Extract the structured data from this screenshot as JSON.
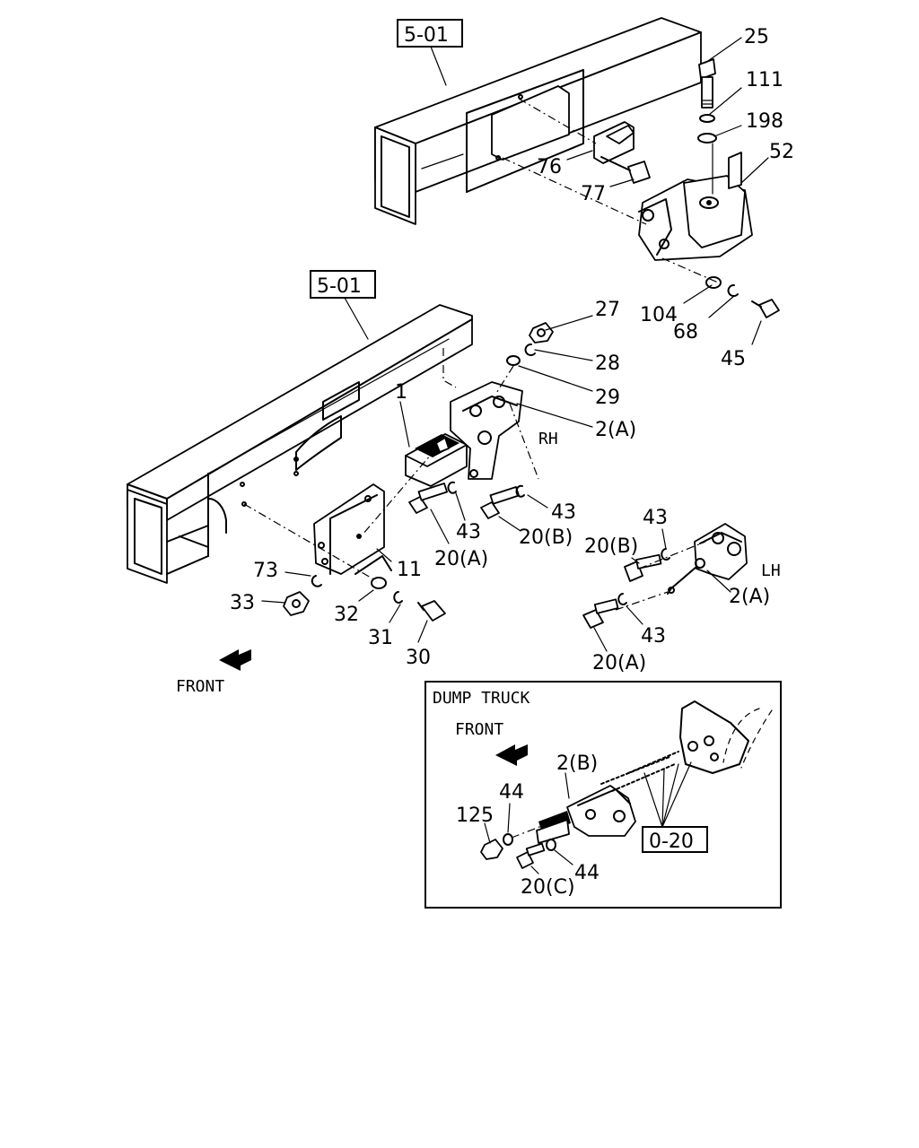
{
  "diagram": {
    "section_refs": [
      "5-01",
      "5-01",
      "0-20"
    ],
    "labels": {
      "p25": "25",
      "p111": "111",
      "p198": "198",
      "p52": "52",
      "p76": "76",
      "p77": "77",
      "p104": "104",
      "p68": "68",
      "p45": "45",
      "p27": "27",
      "p28": "28",
      "p29": "29",
      "p2a_rh": "2(A)",
      "rh": "RH",
      "p1": "1",
      "p43_a": "43",
      "p43_b": "43",
      "p20a": "20(A)",
      "p20b": "20(B)",
      "p73": "73",
      "p11": "11",
      "p33": "33",
      "p32": "32",
      "p31": "31",
      "p30": "30",
      "p43_c": "43",
      "p20b_lh": "20(B)",
      "lh": "LH",
      "p2a_lh": "2(A)",
      "p43_d": "43",
      "p20a_lh": "20(A)",
      "front": "FRONT",
      "inset_title": "DUMP TRUCK",
      "inset_front": "FRONT",
      "p2b": "2(B)",
      "p44_a": "44",
      "p125": "125",
      "p20c": "20(C)",
      "p44_b": "44"
    }
  }
}
